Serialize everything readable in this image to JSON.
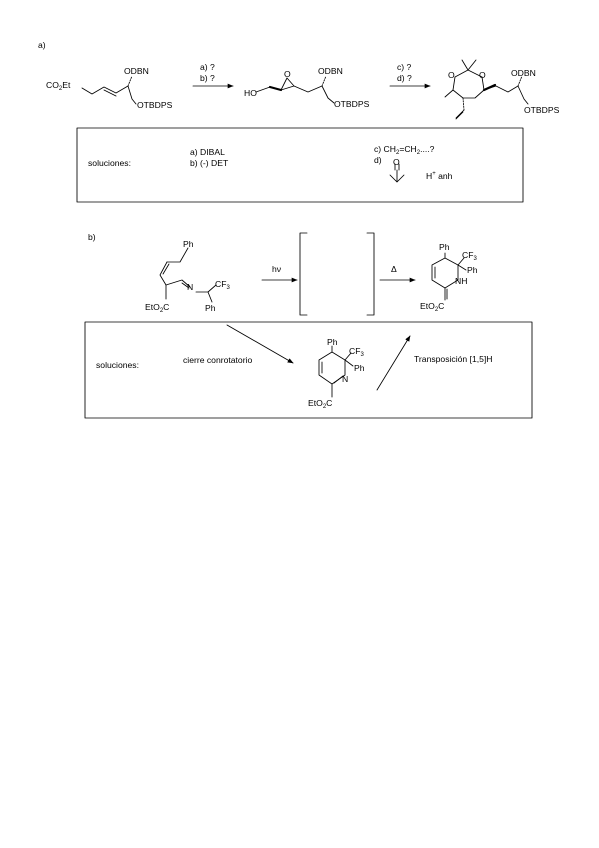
{
  "part_a": {
    "label": "a)",
    "sm_ester": "CO",
    "sm_ester_sub": "2",
    "sm_ester_tail": "Et",
    "odbn": "ODBN",
    "otbdps": "OTBDPS",
    "ho": "HO",
    "epoxide_o": "O",
    "acetal_o": "O",
    "arrow1_top": "a) ?",
    "arrow1_bottom": "b) ?",
    "arrow2_top": "c) ?",
    "arrow2_bottom": "d) ?",
    "box": {
      "heading": "soluciones:",
      "line_a": "a) DIBAL",
      "line_b": "b) (-) DET",
      "line_c_pre": "c) CH",
      "line_c_sub1": "2",
      "line_c_mid": "=CH",
      "line_c_sub2": "2",
      "line_c_post": "....?",
      "line_d": "d)",
      "acetone_o": "O",
      "h_plus": "H",
      "h_plus_sup": "+",
      "h_plus_tail": " anh"
    }
  },
  "part_b": {
    "label": "b)",
    "ph": "Ph",
    "n": "N",
    "cf3": "CF",
    "cf3_sub": "3",
    "eto2c_pre": "EtO",
    "eto2c_sub": "2",
    "eto2c_post": "C",
    "nh": "NH",
    "arrow_hv": "hν",
    "arrow_delta": "Δ",
    "box": {
      "heading": "soluciones:",
      "step1": "cierre conrotatorio",
      "step2": "Transposición [1,5]H"
    }
  }
}
